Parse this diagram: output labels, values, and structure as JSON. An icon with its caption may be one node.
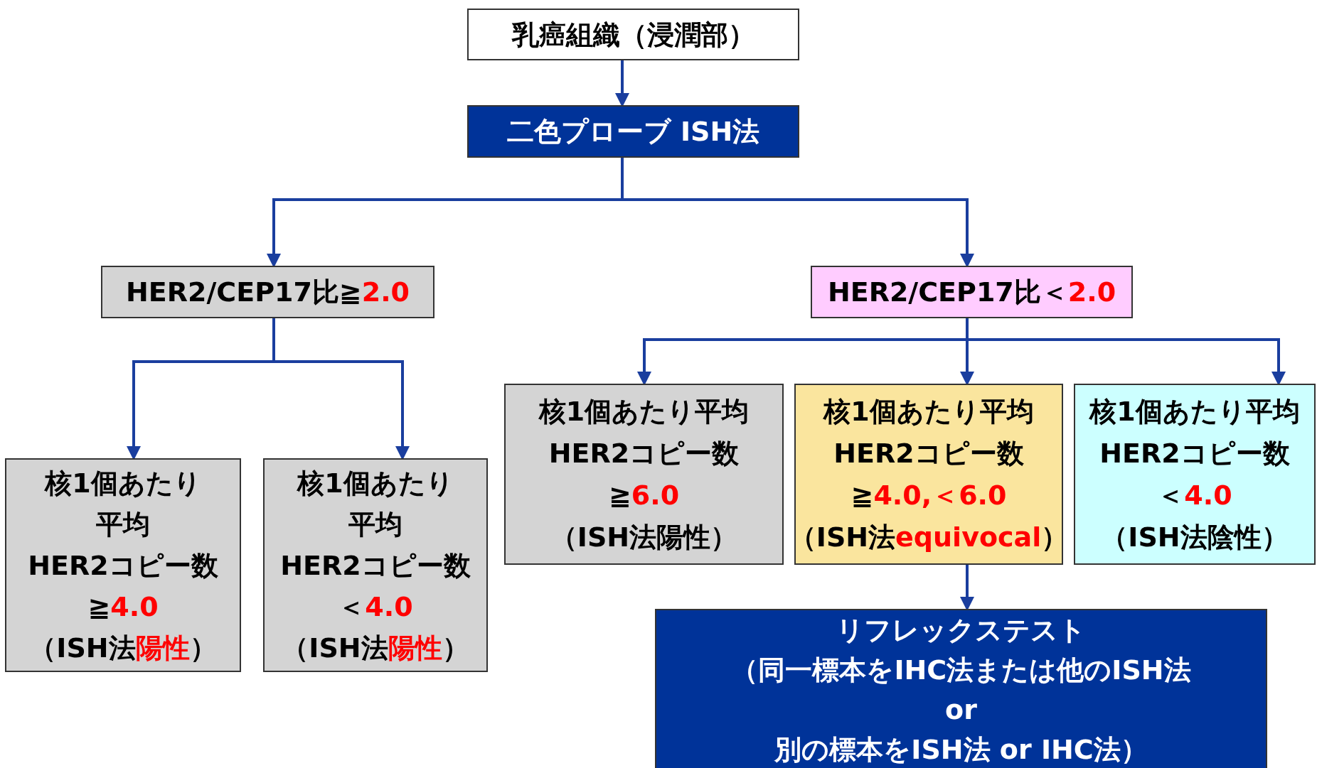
{
  "diagram": {
    "nodes": [
      {
        "text": [
          "乳癌組織（浸潤部）"
        ]
      },
      {
        "text": [
          "二色プローブ ISH法"
        ]
      },
      {
        "text": [
          "HER2/CEP17比≧",
          "2.0"
        ]
      },
      {
        "text": [
          "HER2/CEP17比＜",
          "2.0"
        ]
      },
      {
        "text": [
          "核1個あたり",
          "平均",
          "HER2コピー数",
          "≧",
          "4.0",
          "（ISH法",
          "陽性",
          "）"
        ]
      },
      {
        "text": [
          "核1個あたり",
          "平均",
          "HER2コピー数",
          "＜",
          "4.0",
          "（ISH法",
          "陽性",
          "）"
        ]
      },
      {
        "text": [
          "核1個あたり平均",
          "HER2コピー数",
          "≧",
          "6.0",
          "（ISH法陽性）"
        ]
      },
      {
        "text": [
          "核1個あたり平均",
          "HER2コピー数",
          "≧",
          "4.0,＜6.0",
          "（ISH法",
          "equivocal",
          "）"
        ]
      },
      {
        "text": [
          "核1個あたり平均",
          "HER2コピー数",
          "＜",
          "4.0",
          "（ISH法陰性）"
        ]
      },
      {
        "text": [
          "リフレックステスト",
          "（同一標本をIHC法または他のISH法",
          "or",
          "別の標本をISH法 or IHC法）"
        ]
      }
    ],
    "edges": [
      {
        "from": 0,
        "to": 1,
        "arrow": "to"
      },
      {
        "from": 1,
        "to": 2,
        "arrow": "to"
      },
      {
        "from": 1,
        "to": 3,
        "arrow": "to"
      },
      {
        "from": 2,
        "to": 4,
        "arrow": "to"
      },
      {
        "from": 2,
        "to": 5,
        "arrow": "to"
      },
      {
        "from": 3,
        "to": 6,
        "arrow": "to"
      },
      {
        "from": 3,
        "to": 7,
        "arrow": "to"
      },
      {
        "from": 3,
        "to": 8,
        "arrow": "to"
      },
      {
        "from": 7,
        "to": 9,
        "arrow": "to"
      }
    ]
  }
}
